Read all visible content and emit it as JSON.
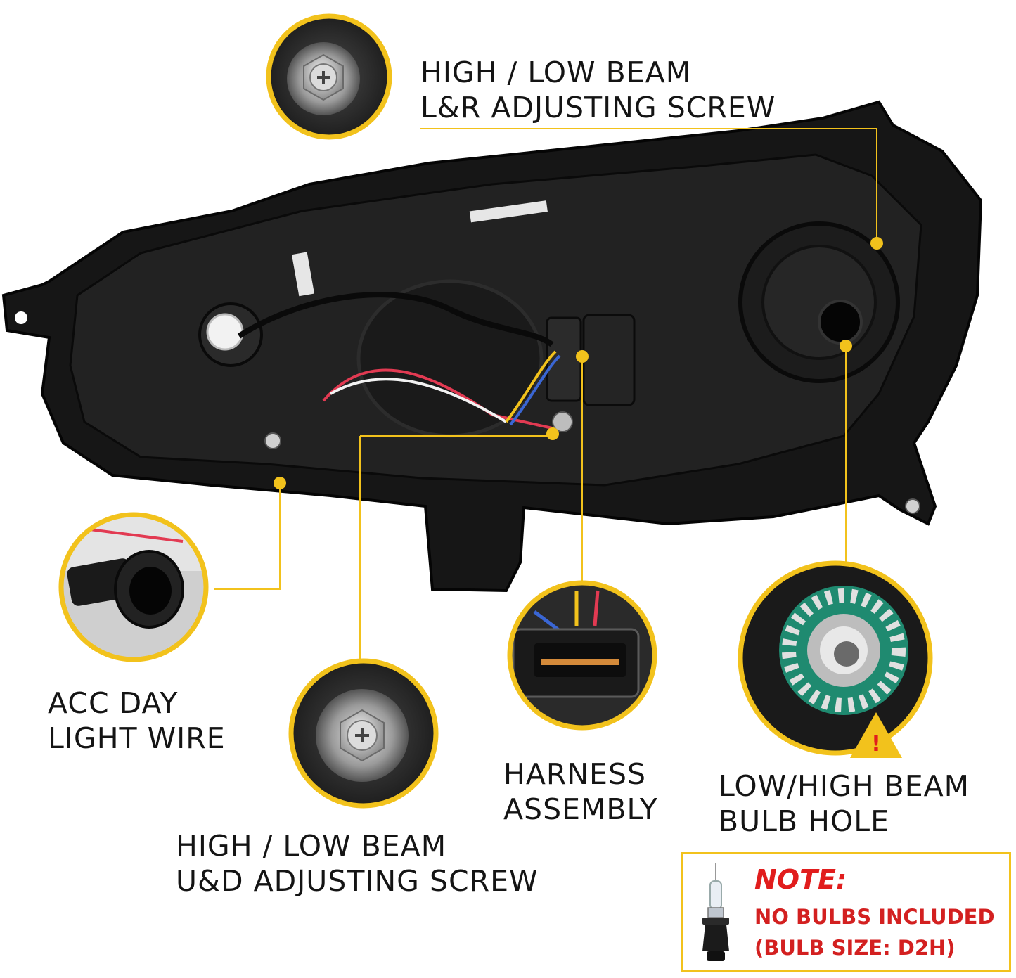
{
  "colors": {
    "accent_yellow": "#f2c21c",
    "note_red": "#e11d1d",
    "housing_black": "#141414",
    "led_ring_green": "#1f8a70"
  },
  "callouts": {
    "lr_screw": {
      "line1": "HIGH / LOW BEAM",
      "line2": "L&R ADJUSTING SCREW"
    },
    "acc_wire": {
      "line1": "ACC DAY",
      "line2": "LIGHT WIRE"
    },
    "ud_screw": {
      "line1": "HIGH / LOW BEAM",
      "line2": "U&D ADJUSTING SCREW"
    },
    "harness": {
      "line1": "HARNESS",
      "line2": "ASSEMBLY"
    },
    "bulb_hole": {
      "line1": "LOW/HIGH BEAM",
      "line2": "BULB HOLE"
    }
  },
  "note": {
    "title": "NOTE:",
    "line1": "NO BULBS INCLUDED",
    "line2": "(BULB SIZE: D2H)"
  },
  "warning": {
    "symbol": "!"
  },
  "icons": [
    "screw-icon",
    "connector-icon",
    "harness-plug-icon",
    "led-ring-icon",
    "warning-icon",
    "d2h-bulb-icon"
  ]
}
